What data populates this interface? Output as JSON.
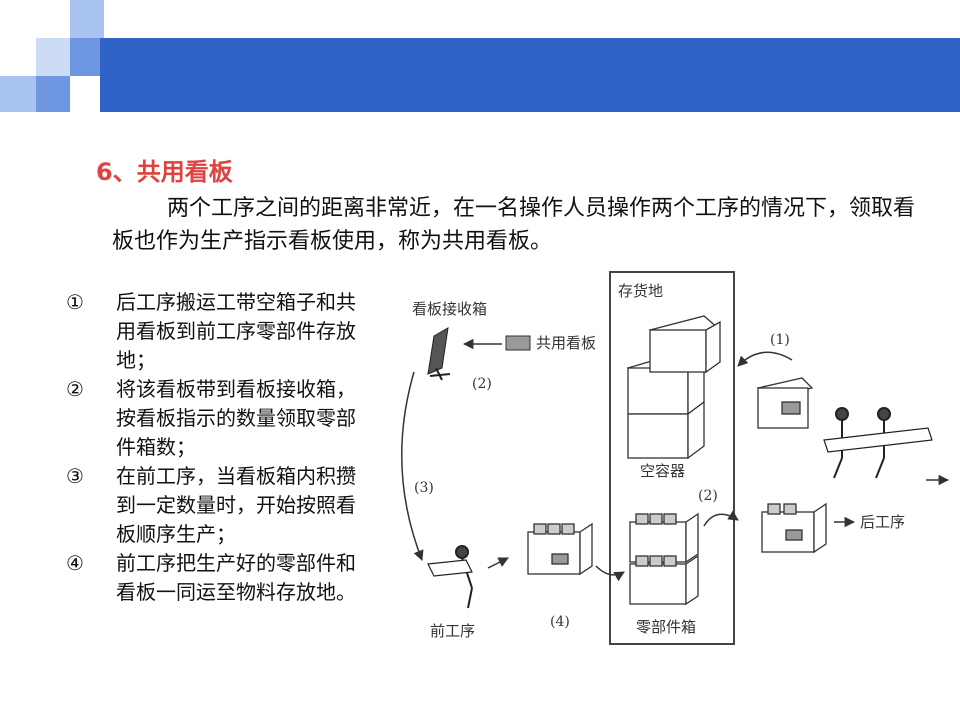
{
  "slide": {
    "title": "6、共用看板",
    "intro": "两个工序之间的距离非常近，在一名操作人员操作两个工序的情况下，领取看板也作为生产指示看板使用，称为共用看板。",
    "steps": [
      {
        "num": "①",
        "text": "后工序搬运工带空箱子和共用看板到前工序零部件存放地；"
      },
      {
        "num": "②",
        "text": "将该看板带到看板接收箱，按看板指示的数量领取零部件箱数；"
      },
      {
        "num": "③",
        "text": "在前工序，当看板箱内积攒到一定数量时，开始按照看板顺序生产；"
      },
      {
        "num": "④",
        "text": "前工序把生产好的零部件和看板一同运至物料存放地。"
      }
    ]
  },
  "diagram": {
    "storage_label": "存货地",
    "receiving_box_label": "看板接收箱",
    "shared_kanban_label": "共用看板",
    "empty_container_label": "空容器",
    "parts_box_label": "零部件箱",
    "prev_process_label": "前工序",
    "next_process_label": "后工序",
    "step1_label": "(1)",
    "step2a_label": "(2)",
    "step2b_label": "(2)",
    "step3_label": "(3)",
    "step4_label": "(4)"
  },
  "colors": {
    "banner": "#2f62c6",
    "title": "#e0423f",
    "deco_light": "#a9c3f0",
    "deco_mid": "#6f96e0"
  }
}
